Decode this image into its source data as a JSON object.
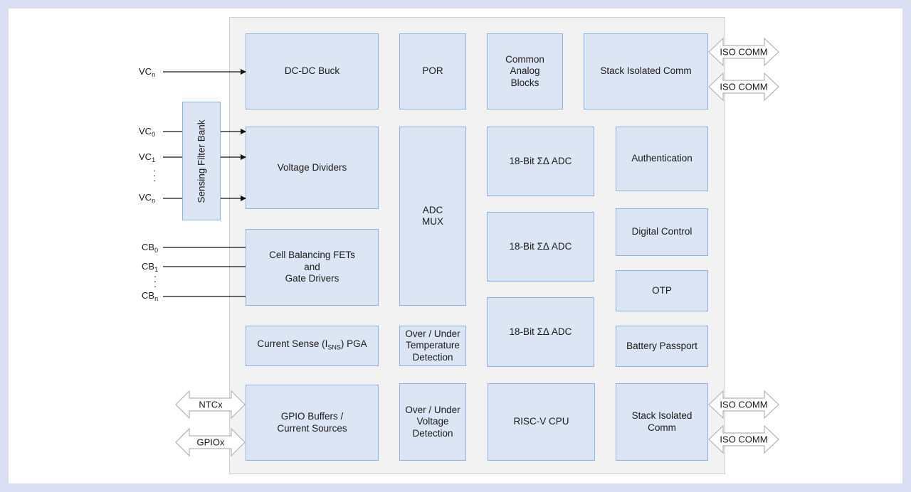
{
  "blocks": {
    "dcdc": "DC-DC Buck",
    "por": "POR",
    "common_analog": "Common\nAnalog\nBlocks",
    "stack_comm_top": "Stack Isolated Comm",
    "voltage_dividers": "Voltage Dividers",
    "adc_mux": "ADC\nMUX",
    "adc1": "18-Bit ΣΔ ADC",
    "adc2": "18-Bit ΣΔ ADC",
    "adc3": "18-Bit ΣΔ ADC",
    "authentication": "Authentication",
    "digital_control": "Digital Control",
    "otp": "OTP",
    "battery_passport": "Battery Passport",
    "cell_balancing": "Cell Balancing FETs\nand\nGate Drivers",
    "current_sense_prefix": "Current Sense (I",
    "current_sense_sub": "SNS",
    "current_sense_suffix": ") PGA",
    "temp_detect": "Over / Under\nTemperature\nDetection",
    "gpio_buffers": "GPIO Buffers /\nCurrent Sources",
    "volt_detect": "Over / Under\nVoltage\nDetection",
    "cpu": "RISC-V CPU",
    "stack_comm_bottom": "Stack Isolated\nComm",
    "sensing_filter_bank": "Sensing Filter Bank"
  },
  "signals": {
    "vc": "VC",
    "cb": "CB",
    "sub_n": "n",
    "sub_0": "0",
    "sub_1": "1"
  },
  "io_arrows": {
    "iso_comm_1": "ISO COMM",
    "iso_comm_2": "ISO COMM",
    "iso_comm_3": "ISO COMM",
    "iso_comm_4": "ISO COMM",
    "ntc": "NTCx",
    "gpio": "GPIOx"
  },
  "colors": {
    "block_fill": "#dbe5f3",
    "block_border": "#8fb1de",
    "chip_fill": "#f2f2f3",
    "frame": "#d9def2"
  }
}
